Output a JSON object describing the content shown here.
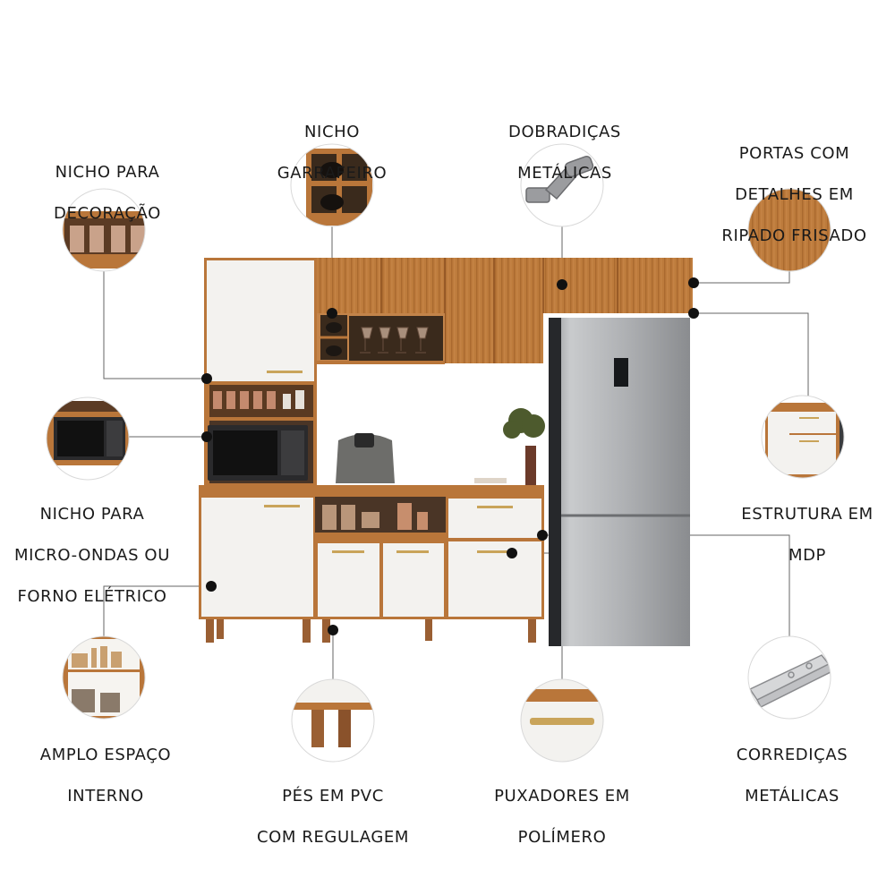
{
  "callouts": {
    "nicho_decoracao": [
      "NICHO PARA",
      "DECORAÇÃO"
    ],
    "nicho_garrafeiro": [
      "NICHO",
      "GARRAFEIRO"
    ],
    "dobradicas": [
      "DOBRADIÇAS",
      "METÁLICAS"
    ],
    "portas_ripado": [
      "PORTAS COM",
      "DETALHES EM",
      "RIPADO FRISADO"
    ],
    "nicho_microondas": [
      "NICHO PARA",
      "MICRO-ONDAS OU",
      "FORNO ELÉTRICO"
    ],
    "estrutura_mdp": [
      "ESTRUTURA EM",
      "MDP"
    ],
    "amplo_espaco": [
      "AMPLO ESPAÇO",
      "INTERNO"
    ],
    "pes_pvc": [
      "PÉS EM PVC",
      "COM REGULAGEM"
    ],
    "puxadores": [
      "PUXADORES EM",
      "POLÍMERO"
    ],
    "corredicas": [
      "CORREDIÇAS",
      "METÁLICAS"
    ]
  },
  "colors": {
    "wood": "#b9763a",
    "wood_dark": "#8f5522",
    "white_panel": "#f3f2ef",
    "steel": "#b4b6b8",
    "leader_line": "#555555"
  },
  "icons": [
    "hinge-icon",
    "drawer-slide-icon",
    "pvc-feet-icon",
    "handle-icon"
  ]
}
